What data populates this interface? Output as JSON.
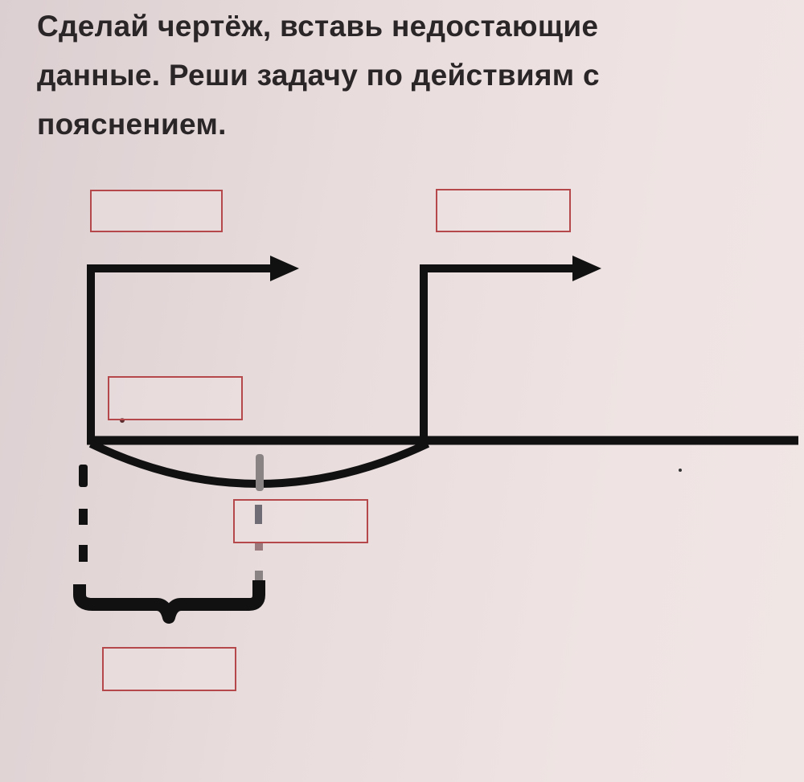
{
  "task": {
    "lines": [
      "Сделай чертёж, вставь недостающие",
      "данные. Реши задачу по действиям с",
      "пояснением."
    ]
  },
  "diagram": {
    "description": "motion-diagram",
    "input_boxes": [
      {
        "id": "speed-first",
        "value": ""
      },
      {
        "id": "speed-second",
        "value": ""
      },
      {
        "id": "time-first",
        "value": ""
      },
      {
        "id": "distance-arc",
        "value": ""
      },
      {
        "id": "distance-brace",
        "value": ""
      }
    ]
  },
  "colors": {
    "box_border": "#b4484b",
    "ink": "#111111",
    "text": "#2a2526",
    "marker_gray": "#8a8384"
  }
}
